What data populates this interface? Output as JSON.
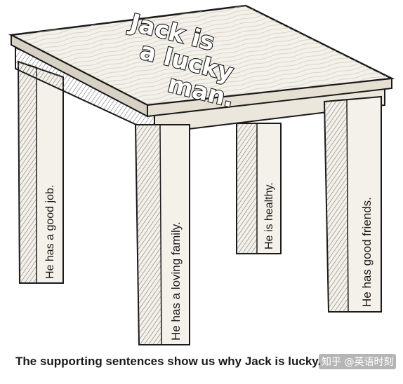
{
  "table_top_text": [
    "Jack is",
    "a lucky",
    "man."
  ],
  "legs": [
    {
      "id": "back-left",
      "text": "He has a good job."
    },
    {
      "id": "front-left",
      "text": "He has a loving family."
    },
    {
      "id": "back-right",
      "text": "He is healthy."
    },
    {
      "id": "front-right",
      "text": "He has good friends."
    }
  ],
  "caption": "The supporting sentences show us why Jack is lucky.",
  "watermark": "知乎 @英语时刻",
  "colors": {
    "ink": "#1a1a1a",
    "wood": "#f4f1ea",
    "shade": "#9a9a9a"
  }
}
